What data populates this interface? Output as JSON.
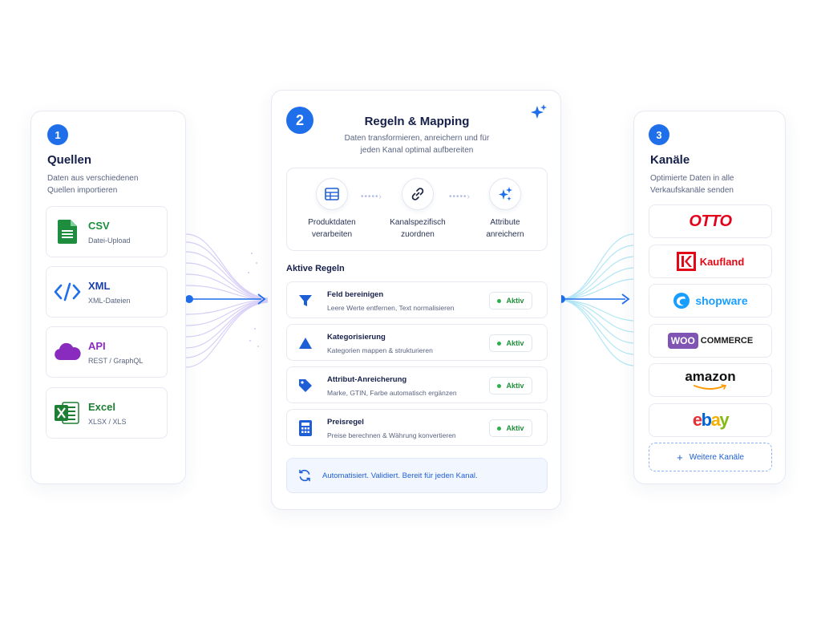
{
  "sources": {
    "number": "1",
    "title": "Quellen",
    "description": "Daten aus verschiedenen Quellen importieren",
    "items": [
      {
        "name": "CSV",
        "sub": "Datei-Upload",
        "color": "#1e8e3e",
        "icon": "csv-file-icon"
      },
      {
        "name": "XML",
        "sub": "XML-Dateien",
        "color": "#1a3fb0",
        "icon": "code-icon"
      },
      {
        "name": "API",
        "sub": "REST / GraphQL",
        "color": "#8a2bbf",
        "icon": "cloud-icon"
      },
      {
        "name": "Excel",
        "sub": "XLSX / XLS",
        "color": "#1e7e34",
        "icon": "excel-icon"
      }
    ]
  },
  "mapping": {
    "number": "2",
    "title": "Regeln & Mapping",
    "description_line1": "Daten transformieren, anreichern und für",
    "description_line2": "jeden Kanal optimal aufbereiten",
    "steps": [
      {
        "line1": "Produktdaten",
        "line2": "verarbeiten",
        "icon": "table-icon"
      },
      {
        "line1": "Kanalspezifisch",
        "line2": "zuordnen",
        "icon": "link-icon"
      },
      {
        "line1": "Attribute",
        "line2": "anreichern",
        "icon": "sparkle-icon"
      }
    ],
    "rules_heading": "Aktive Regeln",
    "rules": [
      {
        "name": "Feld bereinigen",
        "desc": "Leere Werte entfernen, Text normalisieren",
        "status": "Aktiv",
        "icon": "filter-icon"
      },
      {
        "name": "Kategorisierung",
        "desc": "Kategorien mappen & strukturieren",
        "status": "Aktiv",
        "icon": "triangle-icon"
      },
      {
        "name": "Attribut-Anreicherung",
        "desc": "Marke, GTIN, Farbe automatisch ergänzen",
        "status": "Aktiv",
        "icon": "tag-icon"
      },
      {
        "name": "Preisregel",
        "desc": "Preise berechnen & Währung konvertieren",
        "status": "Aktiv",
        "icon": "calculator-icon"
      }
    ],
    "footer": "Automatisiert. Validiert. Bereit für jeden Kanal."
  },
  "channels": {
    "number": "3",
    "title": "Kanäle",
    "description_line1": "Optimierte Daten in alle",
    "description_line2": "Verkaufskanäle senden",
    "otto": "OTTO",
    "kaufland": "Kaufland",
    "shopware": "shopware",
    "woo_badge": "WOO",
    "woo_text": "COMMERCE",
    "amazon": "amazon",
    "ebay": [
      "e",
      "b",
      "a",
      "y"
    ],
    "more": "Weitere Kanäle",
    "more_plus": "+"
  },
  "colors": {
    "accent": "#1f6feb",
    "active_green": "#1f8f3a",
    "otto_red": "#e3001b",
    "kaufland_red": "#e10915",
    "shopware_blue": "#189eff",
    "woo_purple": "#7f54b3",
    "ebay": [
      "#e53238",
      "#0064d2",
      "#f5af02",
      "#86b817"
    ]
  }
}
